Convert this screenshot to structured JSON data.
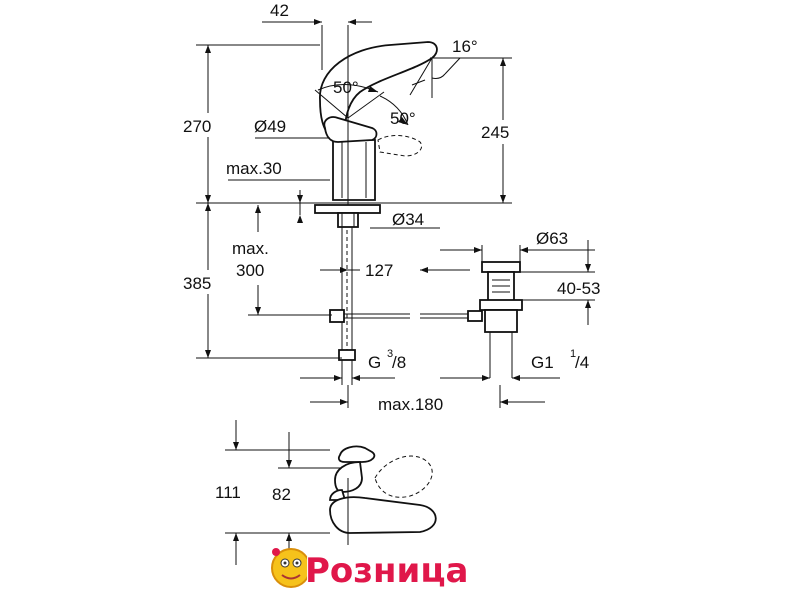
{
  "dimensions": {
    "d42": "42",
    "d16": "16°",
    "d50a": "50°",
    "d50b": "50°",
    "d270": "270",
    "d49": "Ø49",
    "d245": "245",
    "dmax30": "max.30",
    "d34": "Ø34",
    "dmax300a": "max.",
    "dmax300b": "300",
    "d385": "385",
    "d127": "127",
    "d63": "Ø63",
    "d4053": "40-53",
    "dG38": "G",
    "dG38sup": "3",
    "dG38sub": "/8",
    "dG114": "G1",
    "dG114sup": "1",
    "dG114sub": "/4",
    "dmax180": "max.180",
    "d111": "111",
    "d82": "82"
  },
  "logo": {
    "text": "Розница"
  },
  "colors": {
    "logo_red": "#e0174a",
    "logo_yellow": "#f6c21b",
    "line": "#111111"
  }
}
